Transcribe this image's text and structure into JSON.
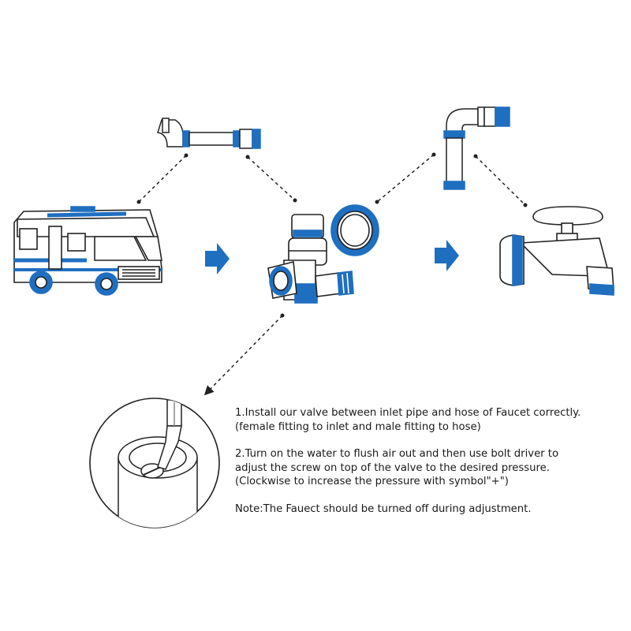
{
  "colors": {
    "accent": "#1f6fc1",
    "line": "#222222",
    "background": "#ffffff"
  },
  "instructions": {
    "step1_line1": "1.Install our valve between inlet pipe and hose of Faucet correctly.",
    "step1_line2": "(female fitting to inlet and male fitting to hose)",
    "step2_line1": "2.Turn on the water to flush air out and then use bolt driver to",
    "step2_line2": "adjust the screw on top of the valve to the desired pressure.",
    "step2_line3": "(Clockwise to increase the pressure with symbol\"+\")",
    "note": "Note:The Fauect should be turned off during adjustment."
  }
}
